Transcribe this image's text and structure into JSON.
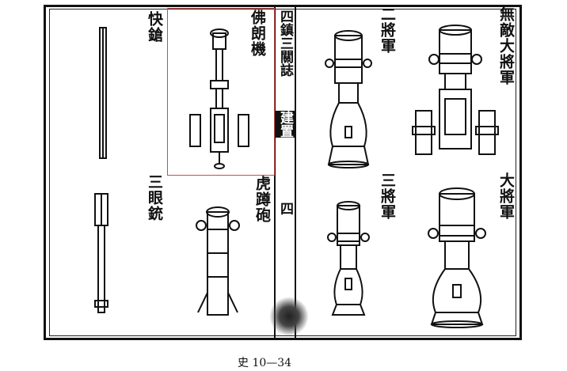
{
  "labels": {
    "kuai_qiang": "快鎗",
    "fo_lang_ji": "佛朗機",
    "san_yan_chong": "三眼銃",
    "hu_dun_pao": "虎蹲砲",
    "er_jiang_jun": "二將軍",
    "san_jiang_jun": "三將軍",
    "wu_di_da_jiang_jun": "無敵大將軍",
    "da_jiang_jun": "大將軍"
  },
  "spine": {
    "title": "四鎮三關誌",
    "section": "建置",
    "page": "四"
  },
  "caption": "史 10—34",
  "colors": {
    "highlight_box": "#c0504d",
    "ink": "#111111"
  }
}
